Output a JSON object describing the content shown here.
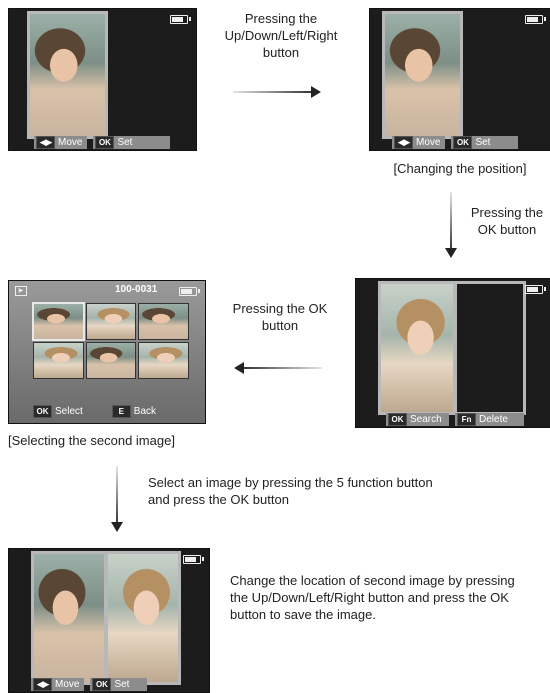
{
  "captions": {
    "step1": "Pressing the Up/Down/Left/Right button",
    "changing_position": "[Changing the position]",
    "step2": "Pressing the OK button",
    "step3": "Pressing the OK button",
    "selecting_second": "[Selecting the second image]",
    "step4": "Select an image by pressing the 5 function button and press the OK button",
    "step5": "Change the location of second image by pressing the Up/Down/Left/Right button and press the OK button to save the image."
  },
  "screens": {
    "move_label": "Move",
    "set_label": "Set",
    "ok_key": "OK",
    "select_label": "Select",
    "e_key": "E",
    "back_label": "Back",
    "search_label": "Search",
    "fn_key": "Fn",
    "delete_label": "Delete",
    "file_number": "100-0031"
  },
  "icons": {
    "move": "four-way-arrow-icon",
    "battery": "battery-icon",
    "play": "play-mode-icon"
  }
}
